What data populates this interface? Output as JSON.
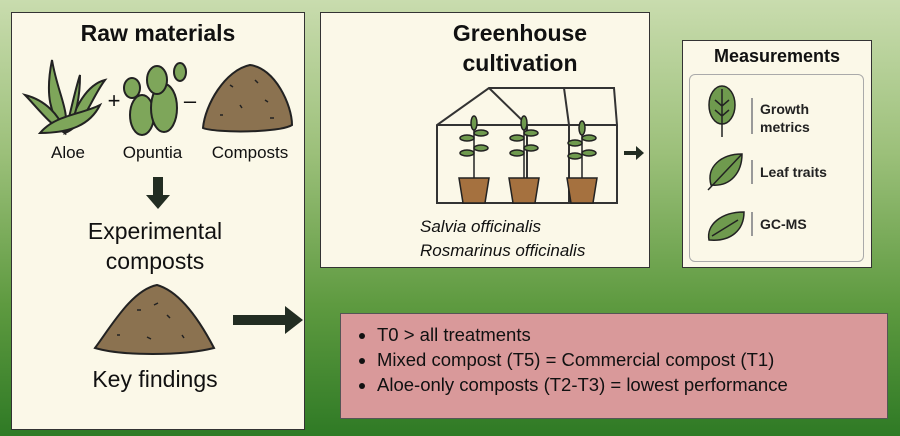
{
  "raw": {
    "title": "Raw materials",
    "aloe": "Aloe",
    "opuntia": "Opuntia",
    "composts": "Composts",
    "plus": "+",
    "minus": "–"
  },
  "experimental": {
    "title_line1": "Experimental",
    "title_line2": "composts"
  },
  "key_findings_label": "Key findings",
  "greenhouse": {
    "title_line1": "Greenhouse",
    "title_line2": "cultivation",
    "species1": "Salvia officinalis",
    "species2": "Rosmarinus officinalis"
  },
  "measurements": {
    "title": "Measurements",
    "items": [
      "Growth metrics",
      "Leaf traits",
      "GC-MS"
    ],
    "growth_l1": "Growth",
    "growth_l2": "metrics"
  },
  "findings": [
    "T0 > all treatments",
    "Mixed compost (T5) = Commercial compost (T1)",
    "Aloe-only composts (T2-T3) = lowest performance"
  ],
  "colors": {
    "leaf": "#6f9a4e",
    "compost": "#8b7250",
    "findings_bg": "#d9999a",
    "panel": "#fbf8e8"
  }
}
